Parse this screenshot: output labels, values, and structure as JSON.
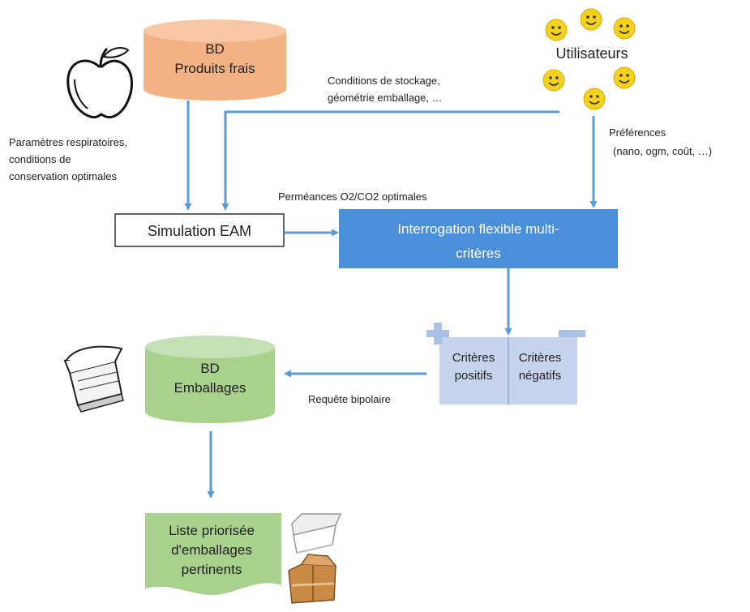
{
  "colors": {
    "arrow": "#5b9bd5",
    "db_products": "#f4b183",
    "db_packaging": "#a9d18e",
    "interrogation": "#4a90d9",
    "criteria": "#c5d3ec",
    "list": "#a9d18e",
    "smiley": "#f7d21c"
  },
  "icons": {
    "apple": "apple-icon",
    "users": "smiley-face-icon",
    "container": "packaging-container-icon",
    "tray": "white-tray-icon",
    "boxes": "cardboard-boxes-icon"
  },
  "db_products": {
    "line1": "BD",
    "line2": "Produits frais"
  },
  "users_label": "Utilisateurs",
  "storage_label": {
    "line1": "Conditions de stockage,",
    "line2": "géométrie emballage, …"
  },
  "respiratory_label": {
    "line1": "Paramètres respiratoires,",
    "line2": "conditions de",
    "line3": "conservation optimales"
  },
  "preferences_label": {
    "line1": "Préférences",
    "line2": "(nano, ogm, coût, …)"
  },
  "permeance_label": "Perméances O2/CO2 optimales",
  "simulation": {
    "label": "Simulation EAM"
  },
  "interrogation": {
    "line1": "Interrogation flexible multi-",
    "line2": "critères"
  },
  "criteria": {
    "positive": {
      "line1": "Critères",
      "line2": "positifs"
    },
    "negative": {
      "line1": "Critères",
      "line2": "négatifs"
    }
  },
  "db_packaging": {
    "line1": "BD",
    "line2": "Emballages"
  },
  "query_label": "Requête bipolaire",
  "result_list": {
    "line1": "Liste priorisée",
    "line2": "d'emballages",
    "line3": "pertinents"
  }
}
